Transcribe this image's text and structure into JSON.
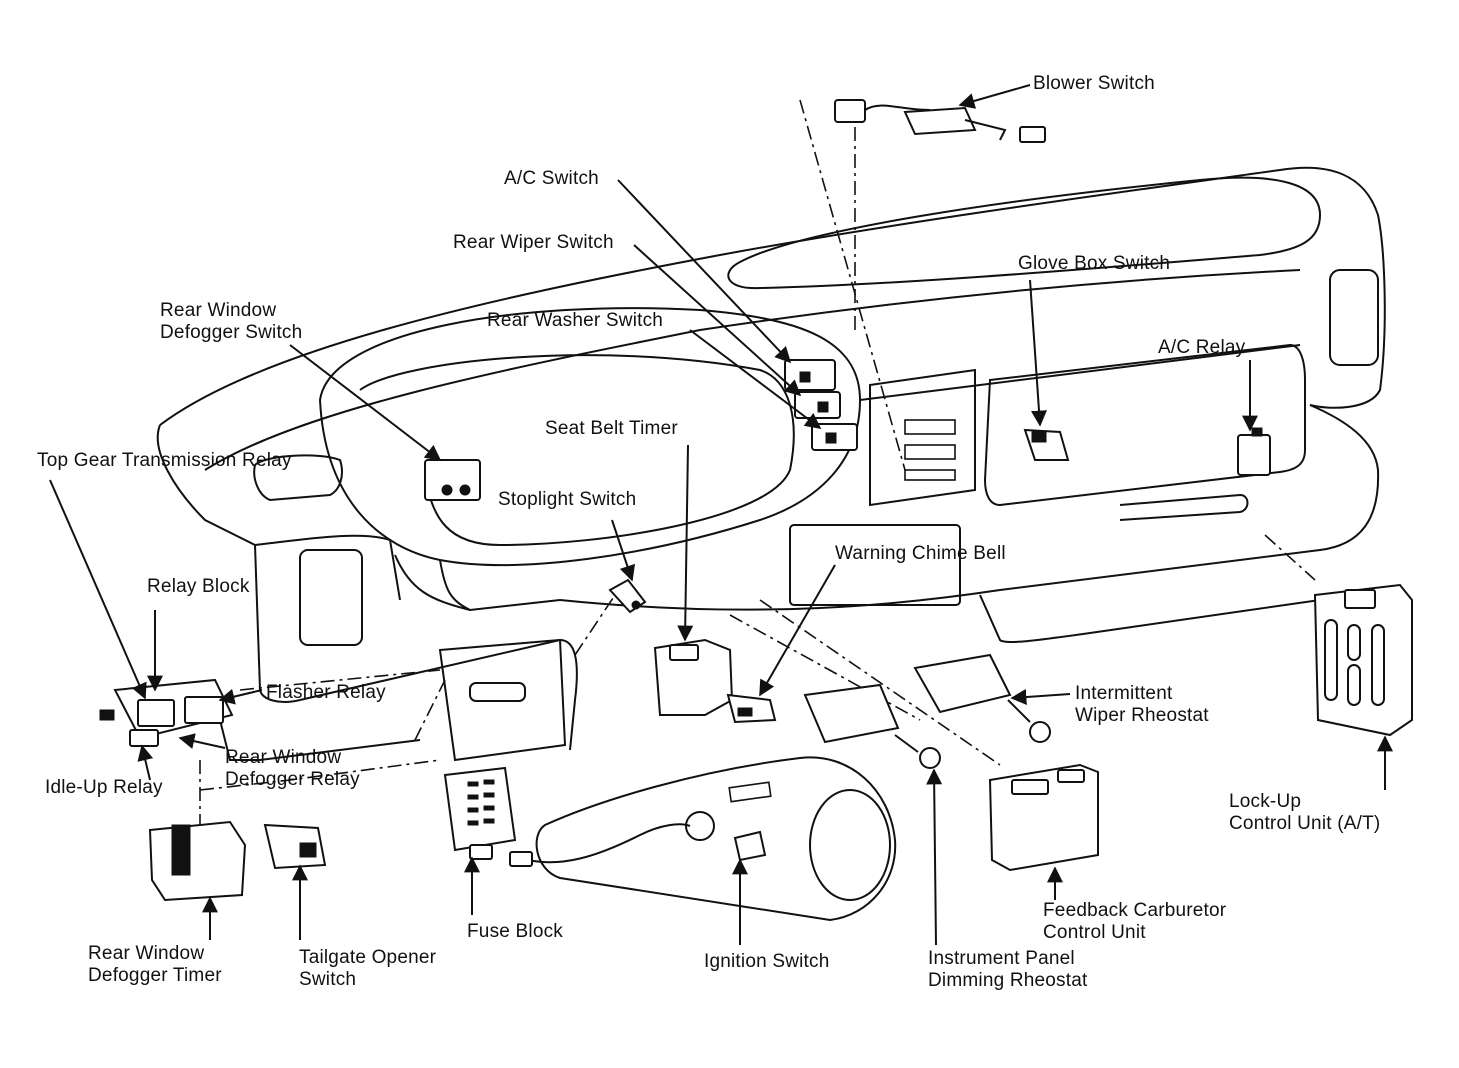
{
  "diagram": {
    "labels": {
      "blower_switch": [
        "Blower Switch"
      ],
      "ac_switch": [
        "A/C Switch"
      ],
      "rear_wiper_switch": [
        "Rear Wiper Switch"
      ],
      "glove_box_switch": [
        "Glove Box Switch"
      ],
      "rear_window_defogger_switch": [
        "Rear Window",
        "Defogger Switch"
      ],
      "rear_washer_switch": [
        "Rear Washer Switch"
      ],
      "ac_relay": [
        "A/C Relay"
      ],
      "seat_belt_timer": [
        "Seat Belt Timer"
      ],
      "top_gear_transmission_relay": [
        "Top Gear Transmission Relay"
      ],
      "stoplight_switch": [
        "Stoplight Switch"
      ],
      "warning_chime_bell": [
        "Warning Chime Bell"
      ],
      "relay_block": [
        "Relay Block"
      ],
      "flasher_relay": [
        "Flasher Relay"
      ],
      "intermittent_wiper_rheostat": [
        "Intermittent",
        "Wiper Rheostat"
      ],
      "rear_window_defogger_relay": [
        "Rear Window",
        "Defogger Relay"
      ],
      "idle_up_relay": [
        "Idle-Up Relay"
      ],
      "lock_up_control_unit": [
        "Lock-Up",
        "Control Unit (A/T)"
      ],
      "feedback_carburetor_control_unit": [
        "Feedback Carburetor",
        "Control Unit"
      ],
      "fuse_block": [
        "Fuse Block"
      ],
      "rear_window_defogger_timer": [
        "Rear Window",
        "Defogger Timer"
      ],
      "tailgate_opener_switch": [
        "Tailgate Opener",
        "Switch"
      ],
      "ignition_switch": [
        "Ignition Switch"
      ],
      "instrument_panel_dimming_rheostat": [
        "Instrument Panel",
        "Dimming Rheostat"
      ]
    }
  }
}
